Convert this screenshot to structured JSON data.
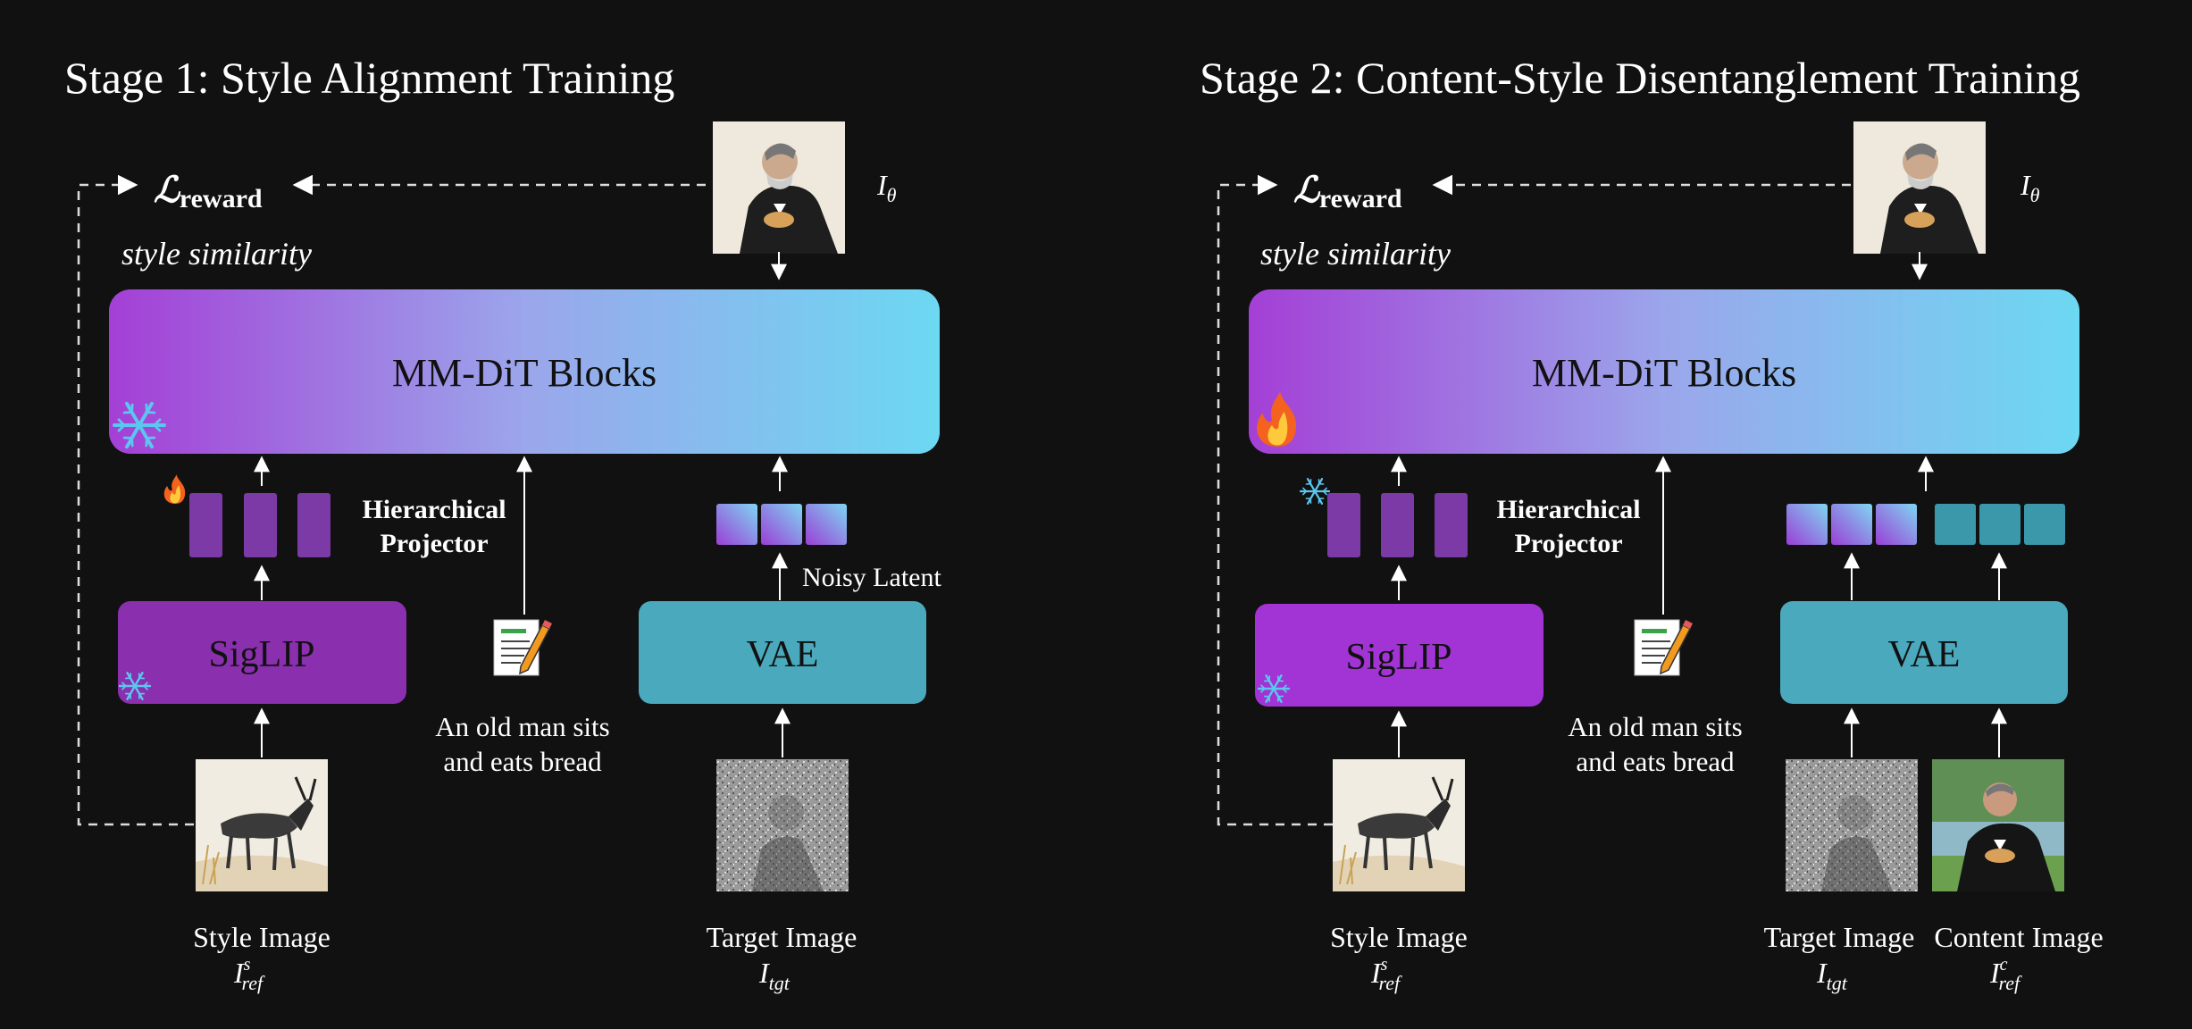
{
  "stage1": {
    "title": "Stage 1: Style Alignment Training",
    "loss_symbol": "ℒ",
    "loss_subscript": "reward",
    "output_symbol": "I",
    "output_subscript": "θ",
    "similarity_label": "style similarity",
    "dit_label": "MM-DiT Blocks",
    "projector_line1": "Hierarchical",
    "projector_line2": "Projector",
    "siglip_label": "SigLIP",
    "vae_label": "VAE",
    "noisy_latent_label": "Noisy Latent",
    "prompt_line1": "An old man sits",
    "prompt_line2": "and eats bread",
    "style_image_caption": "Style Image",
    "style_image_symbol": "I",
    "style_image_sup": "s",
    "style_image_sub": "ref",
    "target_image_caption": "Target Image",
    "target_image_symbol": "I",
    "target_image_sub": "tgt"
  },
  "stage2": {
    "title": "Stage 2: Content-Style Disentanglement Training",
    "loss_symbol": "ℒ",
    "loss_subscript": "reward",
    "output_symbol": "I",
    "output_subscript": "θ",
    "similarity_label": "style similarity",
    "dit_label": "MM-DiT Blocks",
    "projector_line1": "Hierarchical",
    "projector_line2": "Projector",
    "siglip_label": "SigLIP",
    "vae_label": "VAE",
    "prompt_line1": "An old man sits",
    "prompt_line2": "and eats bread",
    "style_image_caption": "Style Image",
    "style_image_symbol": "I",
    "style_image_sup": "s",
    "style_image_sub": "ref",
    "target_image_caption": "Target Image",
    "target_image_symbol": "I",
    "target_image_sub": "tgt",
    "content_image_caption": "Content Image",
    "content_image_symbol": "I",
    "content_image_sup": "c",
    "content_image_sub": "ref"
  },
  "icons": {
    "frozen": "snowflake-icon",
    "trainable": "fire-icon",
    "prompt": "memo-icon"
  },
  "colors": {
    "background": "#111111",
    "dit_gradient_start": "#a43fd6",
    "dit_gradient_end": "#6cd8f2",
    "siglip_stage1": "#8a2fae",
    "siglip_stage2": "#a233d4",
    "vae": "#4aa9bd",
    "projector_token": "#7c3aa6",
    "content_token": "#3b98ab",
    "snowflake": "#5bc7ee",
    "text": "#ffffff"
  }
}
